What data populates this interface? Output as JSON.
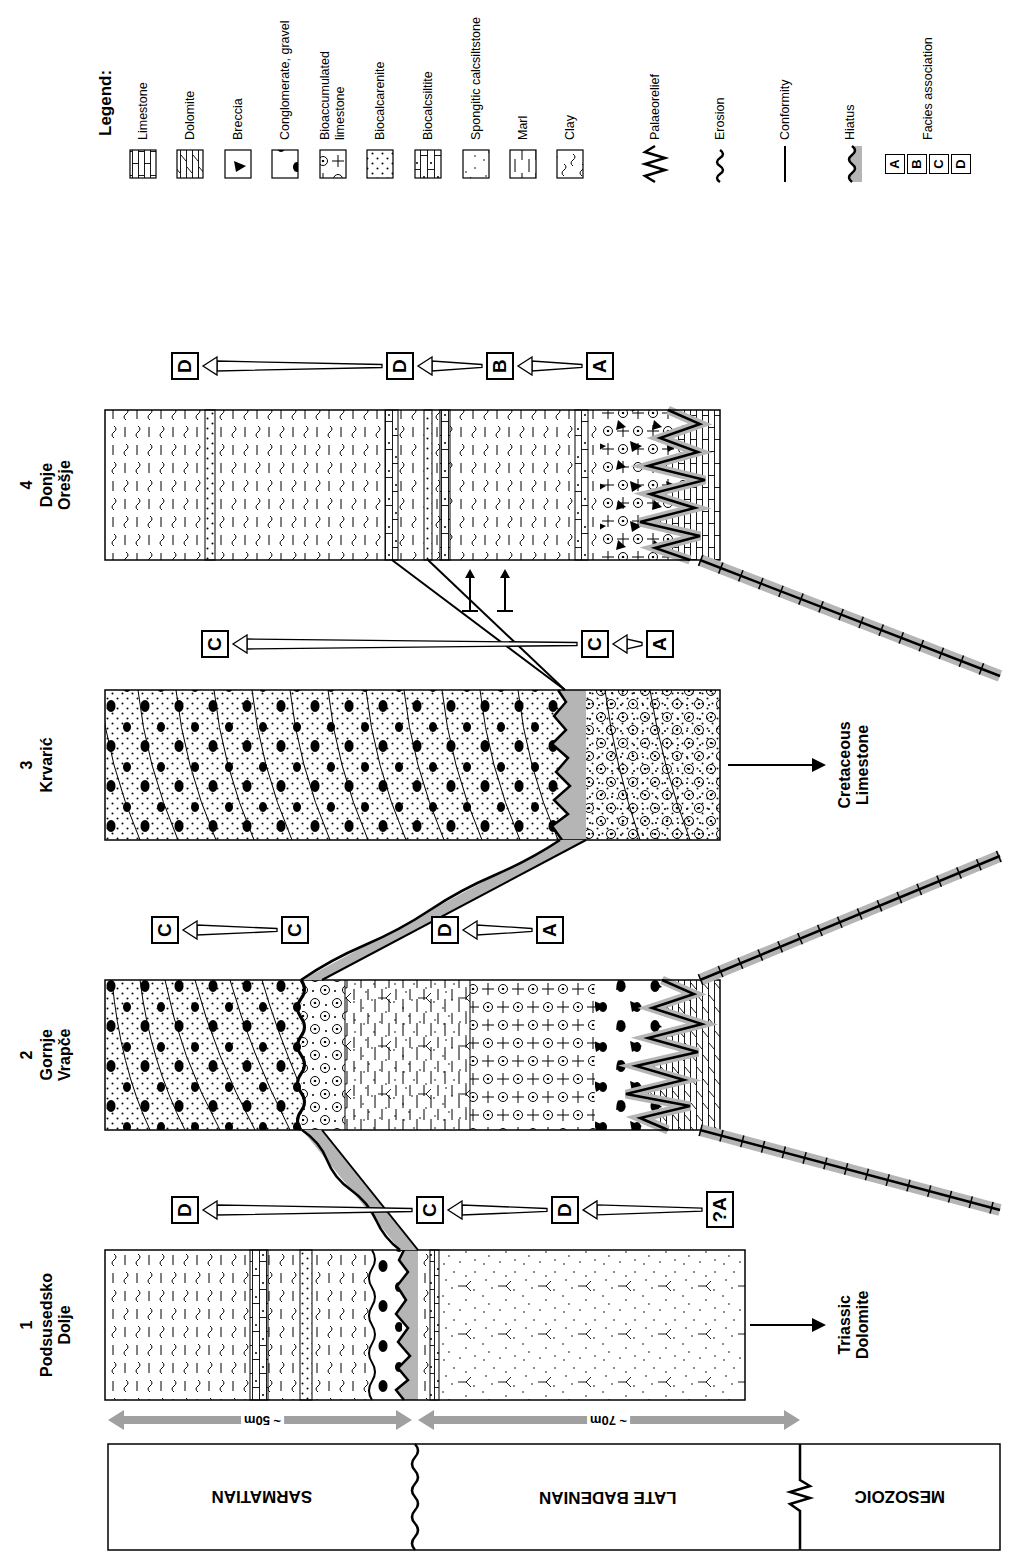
{
  "diagram": {
    "nodes": [
      {
        "text": [
          "D"
        ]
      },
      {
        "text": [
          "C"
        ]
      },
      {
        "text": [
          "D"
        ]
      },
      {
        "text": [
          "?A"
        ]
      },
      {
        "text": [
          "C"
        ]
      },
      {
        "text": [
          "C"
        ]
      },
      {
        "text": [
          "D"
        ]
      },
      {
        "text": [
          "A"
        ]
      },
      {
        "text": [
          "C"
        ]
      },
      {
        "text": [
          "C"
        ]
      },
      {
        "text": [
          "A"
        ]
      },
      {
        "text": [
          "D"
        ]
      },
      {
        "text": [
          "D"
        ]
      },
      {
        "text": [
          "B"
        ]
      },
      {
        "text": [
          "A"
        ]
      }
    ],
    "edges": [
      {
        "from": 3,
        "to": 2,
        "arrow": "to"
      },
      {
        "from": 2,
        "to": 1,
        "arrow": "to"
      },
      {
        "from": 1,
        "to": 0,
        "arrow": "to"
      },
      {
        "from": 5,
        "to": 4,
        "arrow": "to"
      },
      {
        "from": 7,
        "to": 6,
        "arrow": "to"
      },
      {
        "from": 10,
        "to": 9,
        "arrow": "to"
      },
      {
        "from": 9,
        "to": 8,
        "arrow": "to"
      },
      {
        "from": 14,
        "to": 13,
        "arrow": "to"
      },
      {
        "from": 13,
        "to": 12,
        "arrow": "to"
      },
      {
        "from": 12,
        "to": 11,
        "arrow": "to"
      }
    ],
    "labels": [
      "SARMATIAN",
      "LATE BADENIAN",
      "MESOZOIC",
      "~ 50m",
      "~ 70m",
      "1",
      "Podsusedsko Dolje",
      "2",
      "Gornje Vrapče",
      "3",
      "Krvarić",
      "4",
      "Donje Orešje",
      "Triassic Dolomite",
      "Cretaceous Limestone",
      "Legend:",
      "A",
      "B",
      "C",
      "D"
    ],
    "legend": [
      {
        "text": "Limestone"
      },
      {
        "text": "Dolomite"
      },
      {
        "text": "Breccia"
      },
      {
        "text": "Conglomerate, gravel"
      },
      {
        "text": "Bioaccumulated limestone"
      },
      {
        "text": "Biocalcarenite"
      },
      {
        "text": "Biocalcsiltite"
      },
      {
        "text": "Spongitic calcsiltstone"
      },
      {
        "text": "Marl"
      },
      {
        "text": "Clay"
      },
      {
        "text": "Palaeorelief"
      },
      {
        "text": "Erosion"
      },
      {
        "text": "Conformity"
      },
      {
        "text": "Hiatus"
      },
      {
        "text": "Facies association"
      }
    ]
  }
}
